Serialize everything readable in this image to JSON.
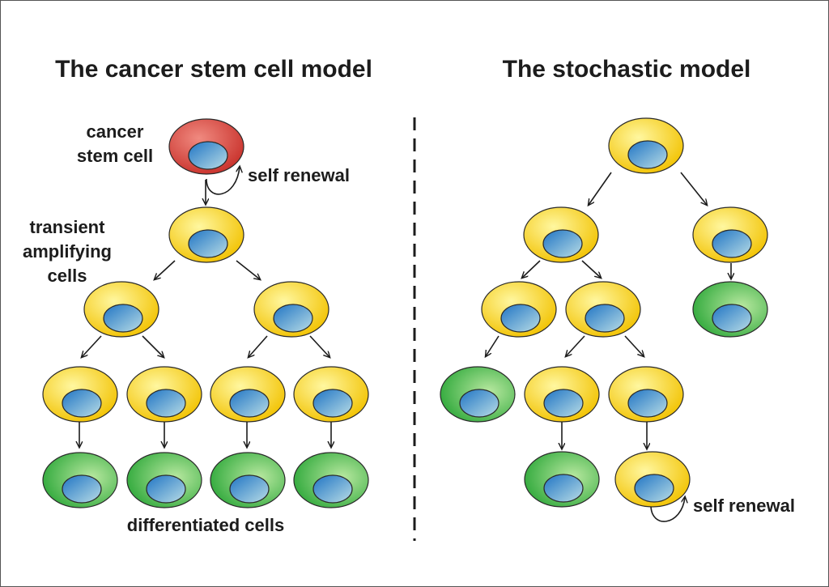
{
  "left_panel": {
    "title": "The cancer stem cell model",
    "label_stem_line1": "cancer",
    "label_stem_line2": "stem cell",
    "label_self_renewal": "self renewal",
    "label_transient_line1": "transient",
    "label_transient_line2": "amplifying",
    "label_transient_line3": "cells",
    "label_differentiated": "differentiated cells"
  },
  "right_panel": {
    "title": "The stochastic model",
    "label_self_renewal": "self renewal"
  },
  "colors": {
    "stem_cell": "#d9403a",
    "amplifying_cell": "#f5d21a",
    "differentiated_cell": "#4cb84c",
    "nucleus": "#3d8fd0",
    "divider": "#1c1c1c"
  },
  "cell_types": [
    "stem",
    "amplifying",
    "differentiated"
  ]
}
